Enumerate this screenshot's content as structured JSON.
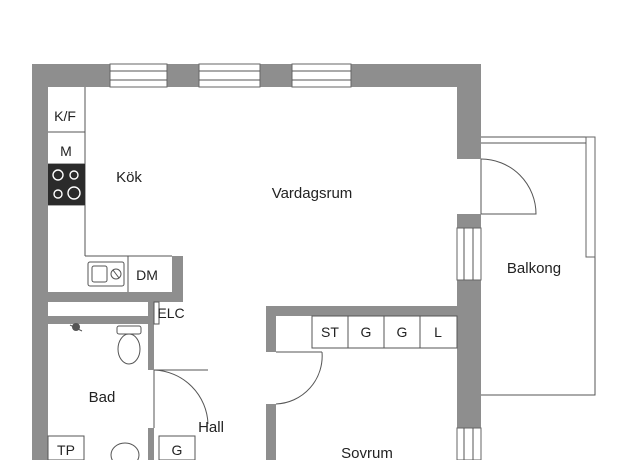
{
  "rooms": {
    "kitchen": "Kök",
    "living": "Vardagsrum",
    "balcony": "Balkong",
    "bath": "Bad",
    "hall": "Hall",
    "bedroom": "Sovrum"
  },
  "fixtures": {
    "fridge_freezer": "K/F",
    "microwave": "M",
    "dishwasher": "DM",
    "electric_cabinet": "ELC",
    "wardrobe_st": "ST",
    "wardrobe_g1": "G",
    "wardrobe_g2": "G",
    "wardrobe_l": "L",
    "dryer": "TP",
    "hall_g": "G"
  },
  "colors": {
    "wall": "#8e8e8e",
    "line": "#555555",
    "background": "#ffffff"
  }
}
